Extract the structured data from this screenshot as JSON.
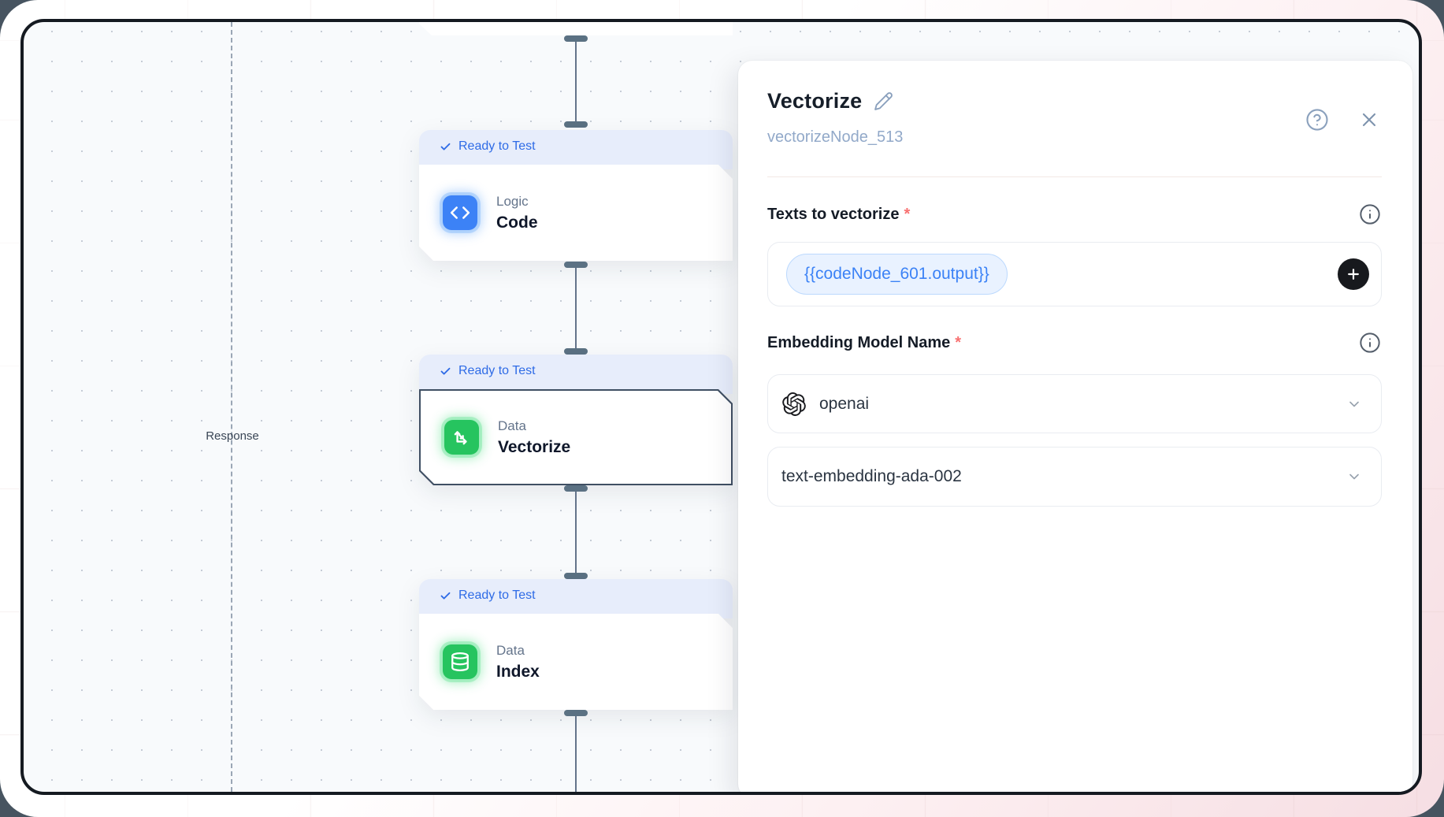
{
  "canvas": {
    "response_label": "Response",
    "nodes": [
      {
        "status": "Ready to Test",
        "category": "Logic",
        "name": "Code",
        "selected": false
      },
      {
        "status": "Ready to Test",
        "category": "Data",
        "name": "Vectorize",
        "selected": true
      },
      {
        "status": "Ready to Test",
        "category": "Data",
        "name": "Index",
        "selected": false
      }
    ]
  },
  "panel": {
    "title": "Vectorize",
    "node_id": "vectorizeNode_513",
    "required_mark": "*",
    "fields": {
      "texts_to_vectorize": {
        "label": "Texts to vectorize",
        "chip": "{{codeNode_601.output}}"
      },
      "embedding_model": {
        "label": "Embedding Model Name",
        "provider": "openai",
        "model": "text-embedding-ada-002"
      }
    }
  },
  "colors": {
    "accent_blue": "#3b82f6",
    "badge_text": "#2e6be6",
    "badge_bg": "#e7edfb",
    "node_green": "#26c45f",
    "chip_bg": "#e9f2ff",
    "chip_border": "#bcd9fe",
    "chip_text": "#3b82f6",
    "canvas_bg": "#f8fafc",
    "connector": "#5b7183",
    "panel_subtitle": "#92a9c9",
    "required_mark": "#f87171",
    "frame_border": "#151a21",
    "outer_corner": "#475460"
  }
}
